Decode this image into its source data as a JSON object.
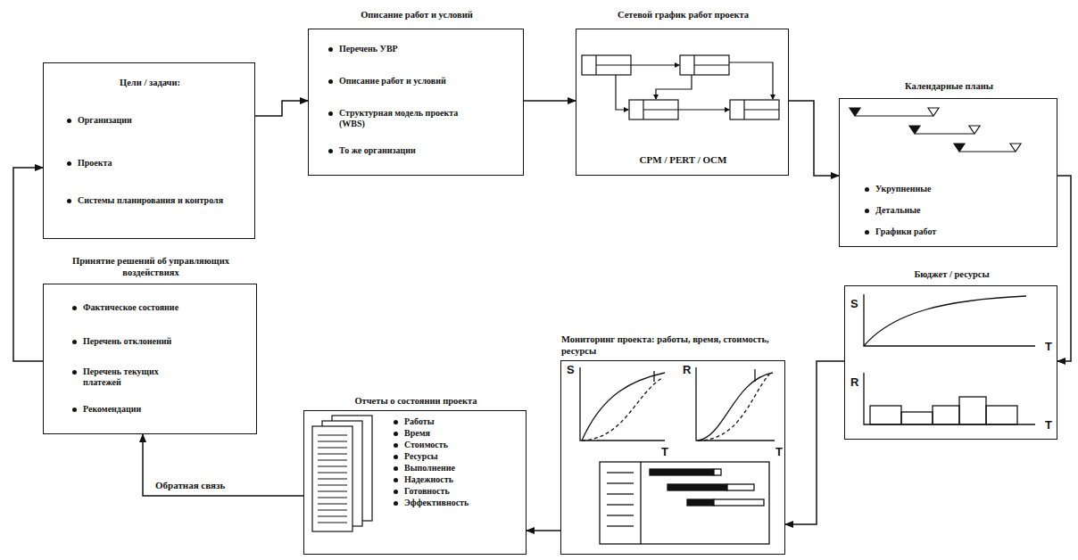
{
  "diagram": {
    "nodes": [
      {
        "text": [
          "Цели / задачи:",
          "Организации",
          "Проекта",
          "Системы планирования и контроля"
        ]
      },
      {
        "text": [
          "Описание работ и условий",
          "Перечень УВР",
          "Описание работ и условий",
          "Структурная модель проекта (WBS)",
          "То же организации"
        ]
      },
      {
        "text": [
          "Сетевой график работ проекта",
          "CPM / PERT / OCM"
        ]
      },
      {
        "text": [
          "Календарные планы",
          "Укрупненные",
          "Детальные",
          "Графики работ"
        ]
      },
      {
        "text": [
          "Бюджет / ресурсы",
          "S",
          "T",
          "R",
          "T"
        ]
      },
      {
        "text": [
          "Мониторинг проекта: работы, время, стоимость, ресурсы",
          "S",
          "T",
          "R",
          "T"
        ]
      },
      {
        "text": [
          "Отчеты о состоянии проекта",
          "Работы",
          "Время",
          "Стоимость",
          "Ресурсы",
          "Выполнение",
          "Надежность",
          "Готовность",
          "Эффективность"
        ]
      },
      {
        "text": [
          "Принятие решений об управляющих воздействиях",
          "Фактическое состояние",
          "Перечень отклонений",
          "Перечень текущих платежей",
          "Рекомендации"
        ]
      }
    ],
    "edges": [
      {
        "from": 0,
        "to": 1,
        "arrow": "to"
      },
      {
        "from": 1,
        "to": 2,
        "arrow": "to"
      },
      {
        "from": 2,
        "to": 3,
        "arrow": "to"
      },
      {
        "from": 3,
        "to": 4,
        "arrow": "to"
      },
      {
        "from": 4,
        "to": 5,
        "arrow": "to"
      },
      {
        "from": 5,
        "to": 6,
        "arrow": "to"
      },
      {
        "from": 6,
        "to": 7,
        "label": "Обратная связь",
        "arrow": "to"
      },
      {
        "from": 7,
        "to": 0,
        "arrow": "to"
      }
    ]
  }
}
